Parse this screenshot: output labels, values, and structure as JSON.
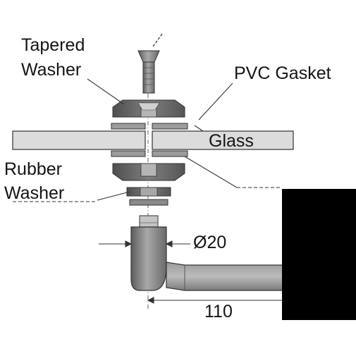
{
  "labels": {
    "tapered_washer_line1": "Tapered",
    "tapered_washer_line2": "Washer",
    "pvc_gasket": "PVC Gasket",
    "glass": "Glass",
    "rubber_washer_line1": "Rubber",
    "rubber_washer_line2": "Washer",
    "diameter": "Ø20",
    "length": "110"
  },
  "colors": {
    "metal_dark": "#5a5a5a",
    "metal_mid": "#8c8c8c",
    "metal_light": "#bdbdbd",
    "glass_fill": "#d9d9d9",
    "line": "#3a3a3a",
    "overlay_block": "#000000"
  }
}
